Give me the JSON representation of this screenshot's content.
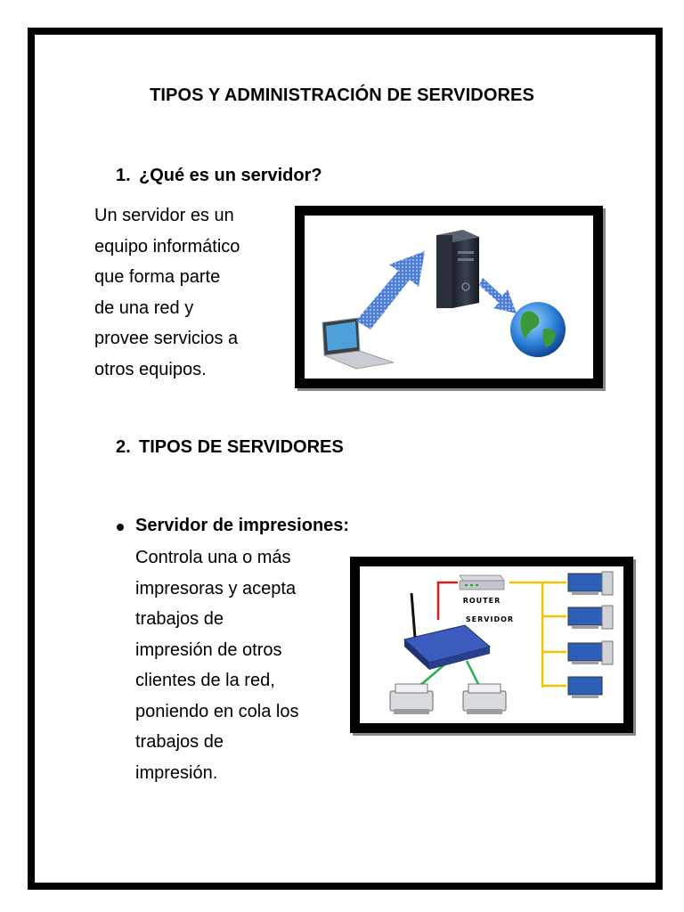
{
  "document": {
    "title": "TIPOS Y ADMINISTRACIÓN DE SERVIDORES"
  },
  "section1": {
    "number": "1.",
    "heading": "¿Qué es un servidor?",
    "lines": [
      "Un servidor es un",
      "equipo informático",
      "que forma parte",
      "de una red y",
      "provee servicios a",
      "otros equipos."
    ]
  },
  "section2": {
    "number": "2.",
    "heading": "TIPOS DE SERVIDORES",
    "bullet": {
      "title": "Servidor de impresiones:",
      "lines": [
        "Controla una o más",
        "impresoras y acepta",
        "trabajos de",
        "impresión de otros",
        "clientes de la red,",
        "poniendo en cola los",
        "trabajos de",
        "impresión."
      ]
    }
  },
  "figure2": {
    "router_label": "ROUTER",
    "server_label": "SERVIDOR"
  },
  "colors": {
    "frame": "#000000",
    "arrow_blue": "#4a7fd6",
    "cable_red": "#d81e1e",
    "cable_yellow": "#f2c400",
    "cable_green": "#22b14c"
  }
}
